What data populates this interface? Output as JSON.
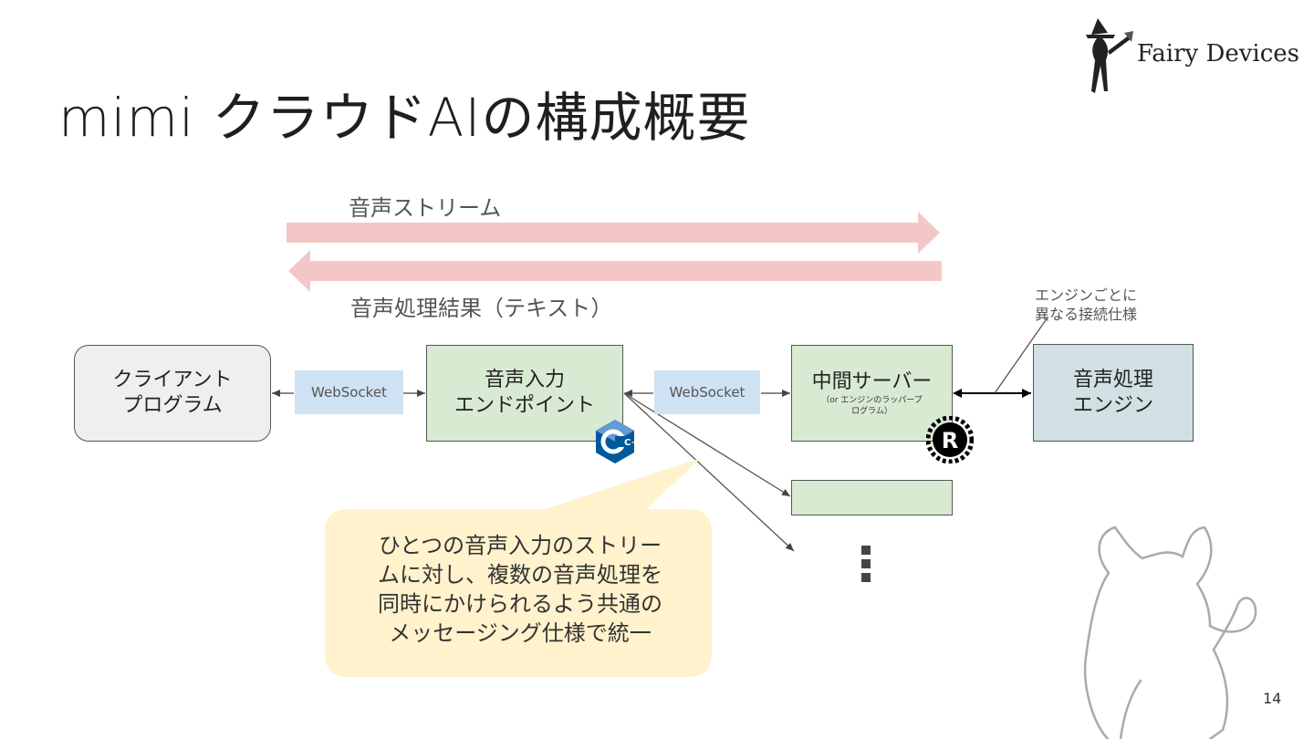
{
  "slide": {
    "title": "mimi クラウドAIの構成概要",
    "page_number": "14"
  },
  "logo": {
    "text": "Fairy Devices"
  },
  "streams": {
    "forward_label": "音声ストリーム",
    "backward_label": "音声処理結果（テキスト）"
  },
  "boxes": {
    "client": {
      "line1": "クライアント",
      "line2": "プログラム"
    },
    "endpoint": {
      "line1": "音声入力",
      "line2": "エンドポイント"
    },
    "middle": {
      "line1": "中間サーバー",
      "sub1": "（or エンジンのラッパープ",
      "sub2": "ログラム）"
    },
    "engine": {
      "line1": "音声処理",
      "line2": "エンジン"
    }
  },
  "protocols": {
    "left": "WebSocket",
    "right": "WebSocket"
  },
  "note": {
    "line1": "エンジンごとに",
    "line2": "異なる接続仕様"
  },
  "callout": {
    "line1": "ひとつの音声入力のストリー",
    "line2": "ムに対し、複数の音声処理を",
    "line3": "同時にかけられるよう共通の",
    "line4": "メッセージング仕様で統一"
  },
  "icons": {
    "cpp": "C++",
    "rust": "R"
  },
  "colors": {
    "stream_arrow": "#f4c7c7",
    "client_fill": "#efefef",
    "green_fill": "#d9ead3",
    "engine_fill": "#d0e0e3",
    "websocket_fill": "#cfe2f3",
    "callout_fill": "#fff2cc",
    "cpp_blue": "#00599c"
  }
}
